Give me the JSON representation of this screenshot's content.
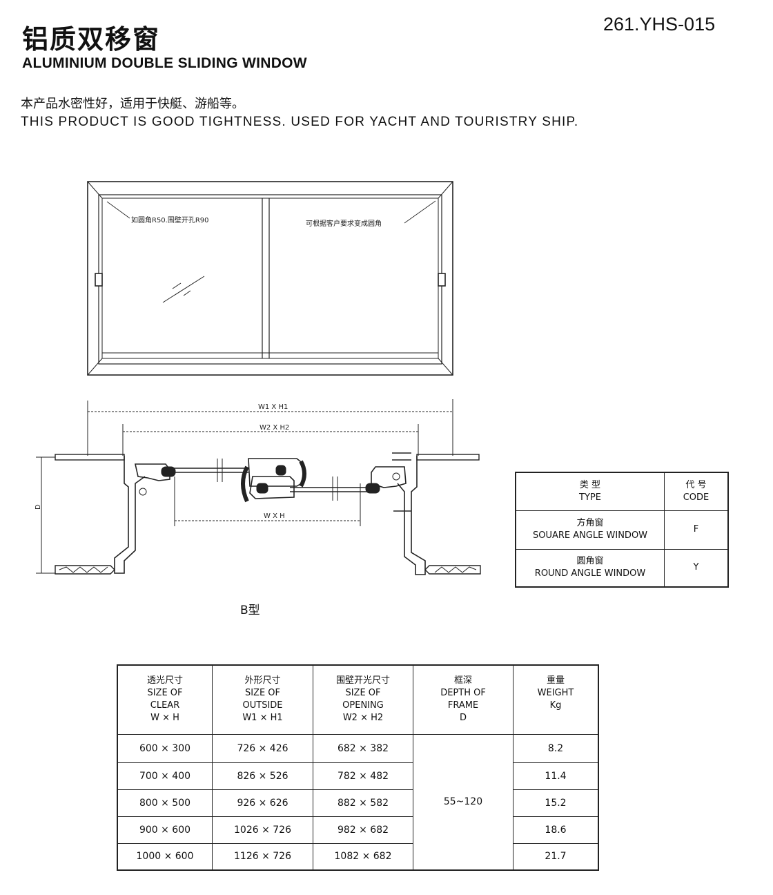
{
  "header": {
    "title_cn": "铝质双移窗",
    "title_en": "ALUMINIUM DOUBLE SLIDING WINDOW",
    "model_code": "261.YHS-015"
  },
  "description": {
    "cn": "本产品水密性好，适用于快艇、游船等。",
    "en": "THIS PRODUCT IS GOOD TIGHTNESS. USED FOR YACHT AND TOURISTRY SHIP."
  },
  "drawing": {
    "note_left": "如圆角R50.围壁开孔R90",
    "note_right": "可根据客户要求变成圆角",
    "dim_outside": "W1 X H1",
    "dim_opening": "W2 X H2",
    "dim_clear": "W X H",
    "dim_depth": "D",
    "section_label": "B型"
  },
  "type_table": {
    "headers": {
      "type_cn": "类 型",
      "type_en": "TYPE",
      "code_cn": "代 号",
      "code_en": "CODE"
    },
    "rows": [
      {
        "type_cn": "方角窗",
        "type_en": "SOUARE ANGLE WINDOW",
        "code": "F"
      },
      {
        "type_cn": "圆角窗",
        "type_en": "ROUND ANGLE WINDOW",
        "code": "Y"
      }
    ]
  },
  "size_table": {
    "headers": [
      {
        "cn": "透光尺寸",
        "en1": "SIZE OF",
        "en2": "CLEAR",
        "dim": "W × H"
      },
      {
        "cn": "外形尺寸",
        "en1": "SIZE OF",
        "en2": "OUTSIDE",
        "dim": "W1 × H1"
      },
      {
        "cn": "围壁开光尺寸",
        "en1": "SIZE OF",
        "en2": "OPENING",
        "dim": "W2 × H2"
      },
      {
        "cn": "框深",
        "en1": "DEPTH OF",
        "en2": "FRAME",
        "dim": "D"
      },
      {
        "cn": "重量",
        "en1": "WEIGHT",
        "en2": "Kg",
        "dim": ""
      }
    ],
    "rows": [
      {
        "clear": "600 × 300",
        "outside": "726 × 426",
        "opening": "682 × 382",
        "weight": "8.2"
      },
      {
        "clear": "700 × 400",
        "outside": "826 × 526",
        "opening": "782 × 482",
        "weight": "11.4"
      },
      {
        "clear": "800 × 500",
        "outside": "926 × 626",
        "opening": "882 × 582",
        "weight": "15.2"
      },
      {
        "clear": "900 × 600",
        "outside": "1026 × 726",
        "opening": "982 × 682",
        "weight": "18.6"
      },
      {
        "clear": "1000 × 600",
        "outside": "1126 × 726",
        "opening": "1082 × 682",
        "weight": "21.7"
      }
    ],
    "depth_all": "55~120"
  }
}
